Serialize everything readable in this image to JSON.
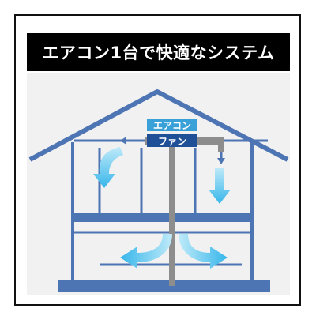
{
  "title": "エアコン1台で快適なシステム",
  "labels": {
    "aircon": "エアコン",
    "fan": "ファン"
  },
  "colors": {
    "house_blue": "#4d74b3",
    "arrow_blue": "#36b6ea",
    "title_bg": "#000000",
    "aircon_bg": "#3aa0d8",
    "fan_bg": "#1f4f96"
  }
}
